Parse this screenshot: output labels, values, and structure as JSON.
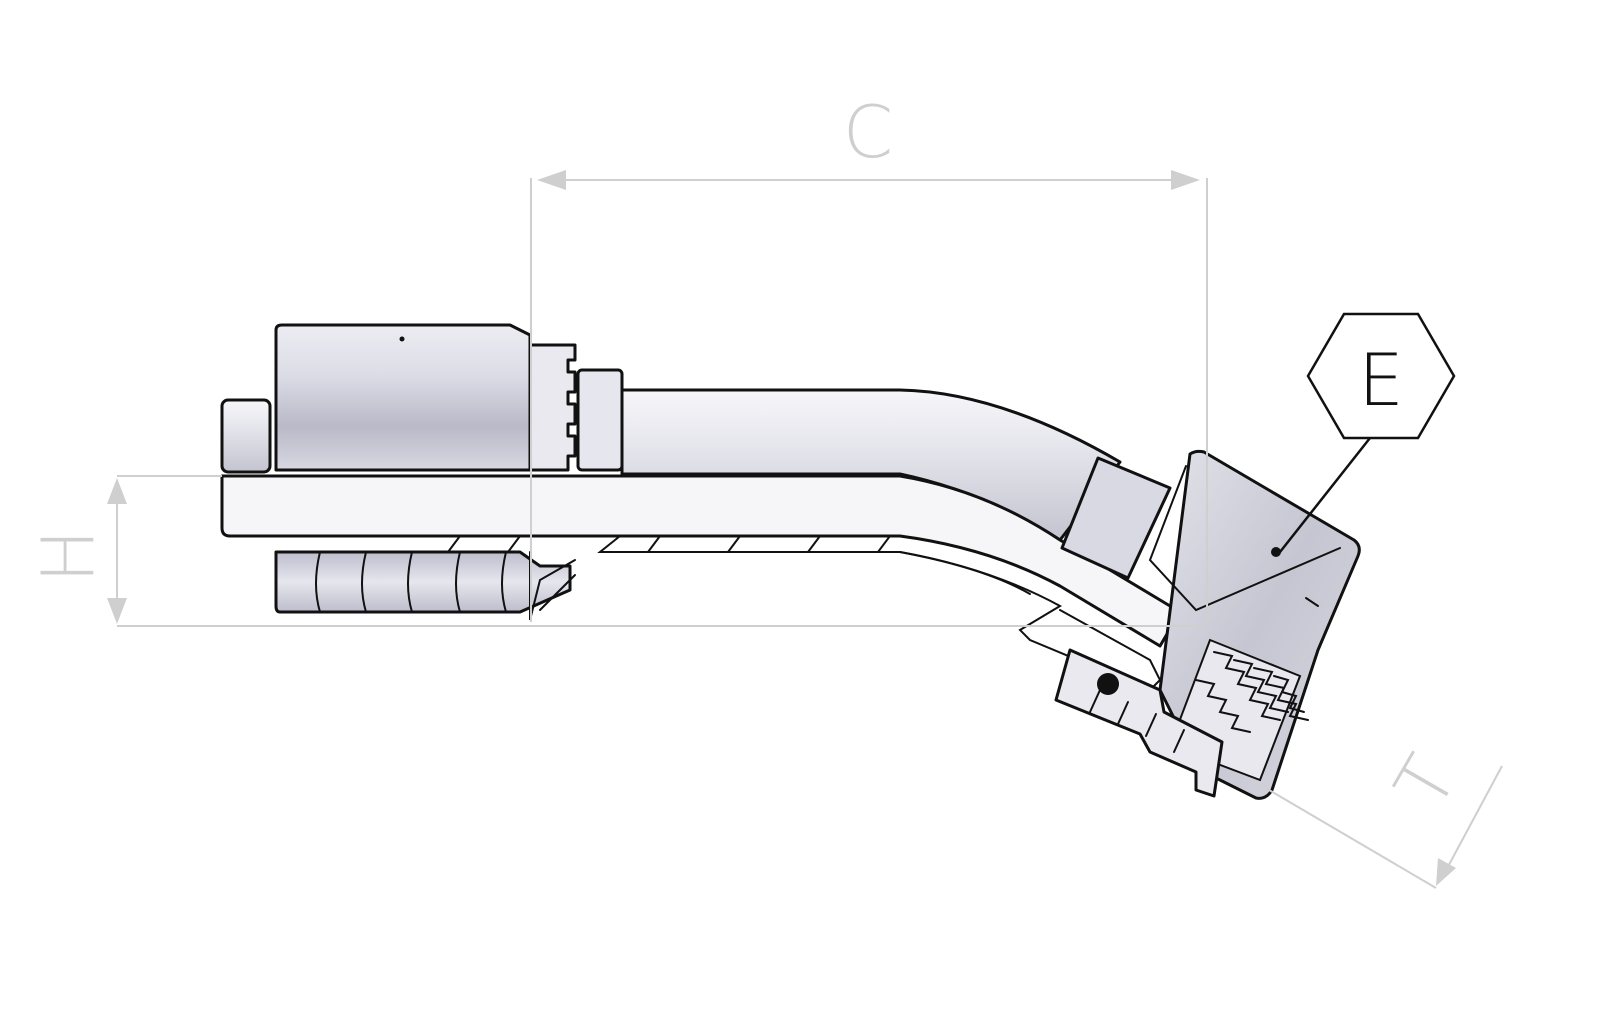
{
  "dimensions": {
    "c_label": "C",
    "h_label": "H",
    "t_label": "T"
  },
  "callout": {
    "e_label": "E"
  },
  "colors": {
    "dimension_line": "#cfcfcf",
    "outline": "#111111",
    "metal_light": "#f4f4f8",
    "metal_mid": "#c9c9d4",
    "metal_dark": "#9a9aa8"
  }
}
